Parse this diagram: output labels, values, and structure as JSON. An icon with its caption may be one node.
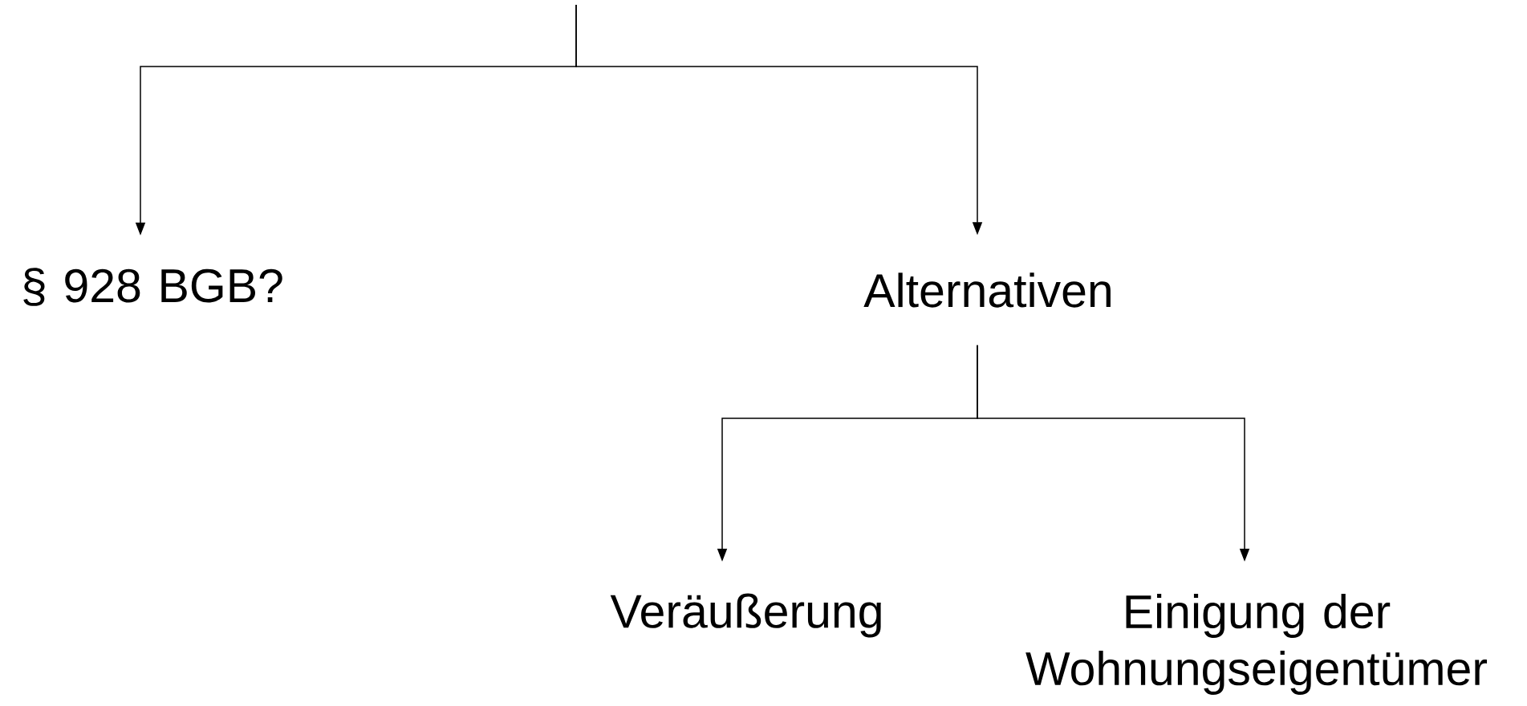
{
  "diagram": {
    "nodes": [
      {
        "text": [
          "§ 928 BGB?"
        ]
      },
      {
        "text": [
          "Alternativen"
        ]
      },
      {
        "text": [
          "Veräußerung"
        ]
      },
      {
        "text": [
          "Einigung der Wohnungseigentümer"
        ]
      }
    ],
    "edges": [
      {
        "from": null,
        "to": 0,
        "arrow": "to"
      },
      {
        "from": null,
        "to": 1,
        "arrow": "to"
      },
      {
        "from": 1,
        "to": 2,
        "arrow": "to"
      },
      {
        "from": 1,
        "to": 3,
        "arrow": "to"
      }
    ]
  }
}
